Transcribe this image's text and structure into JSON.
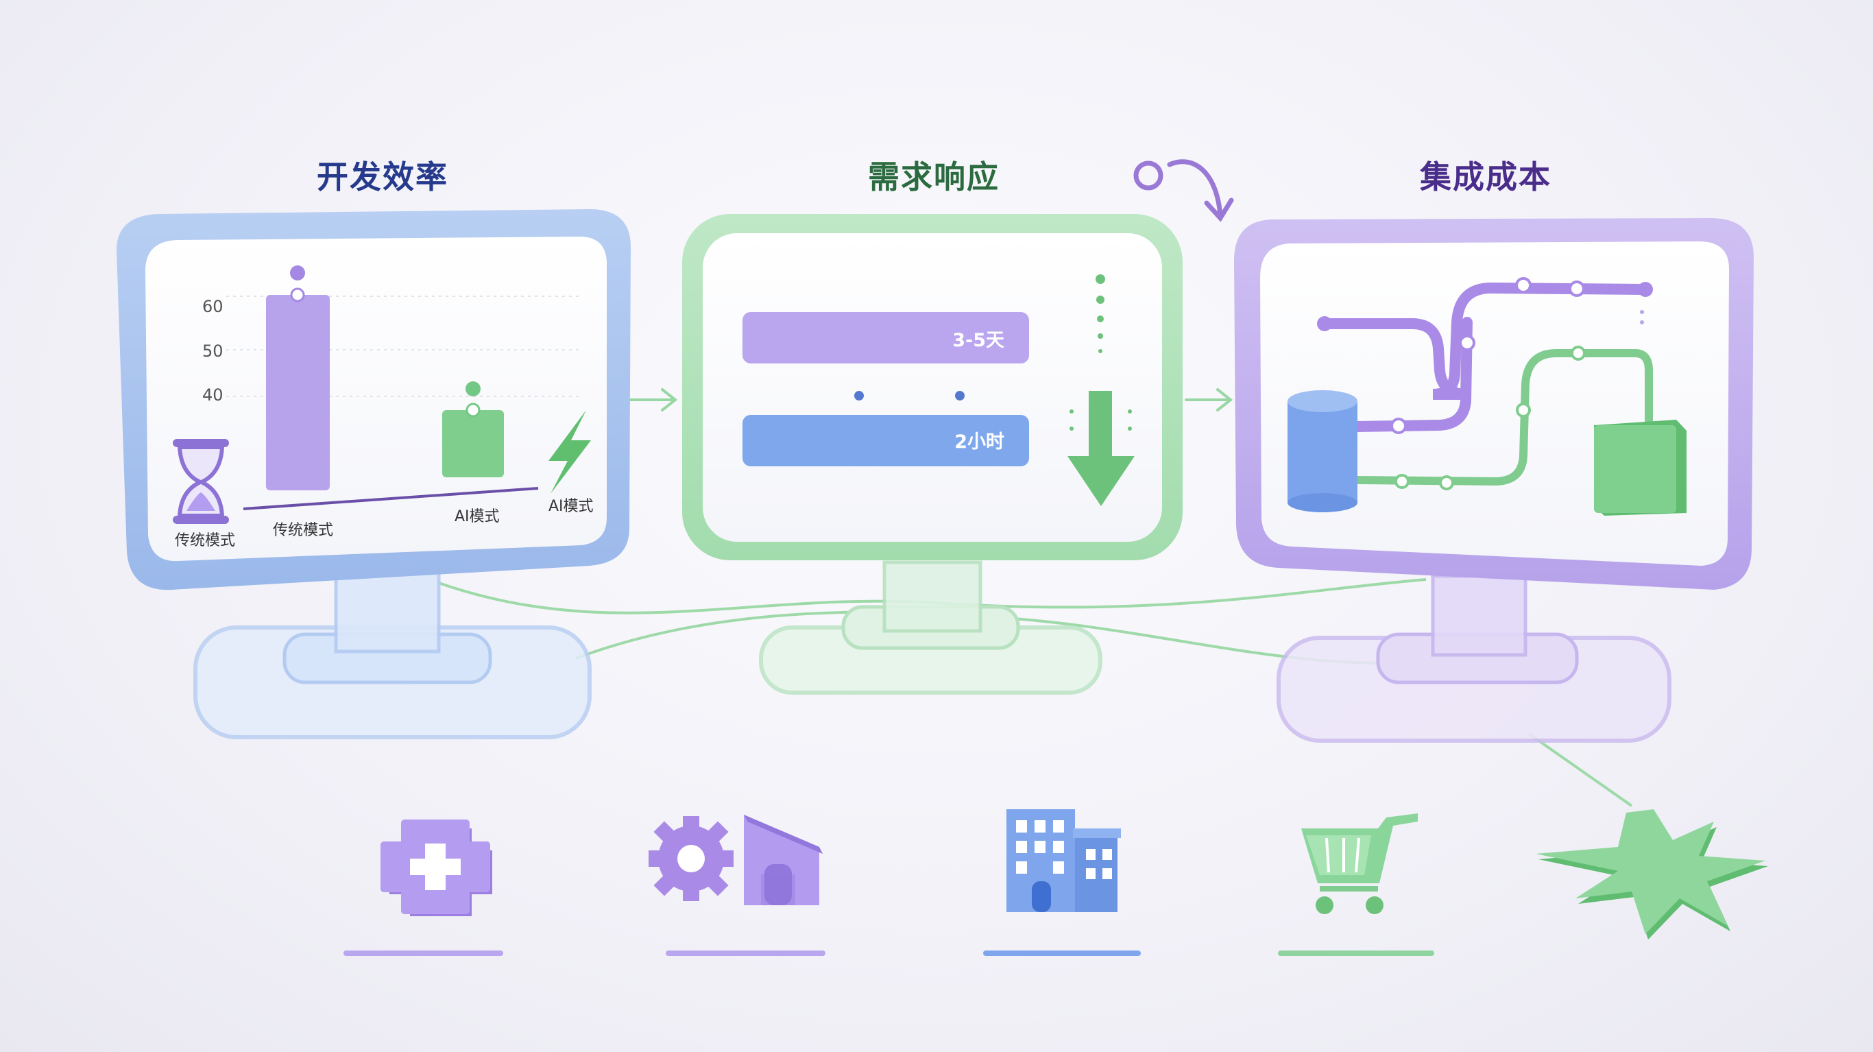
{
  "titles": {
    "panel1": "开发效率",
    "panel2": "需求响应",
    "panel3": "集成成本"
  },
  "panel1": {
    "y_ticks": [
      "60",
      "50",
      "40"
    ],
    "labels": [
      "传统模式",
      "传统模式",
      "AI模式",
      "AI模式"
    ]
  },
  "panel2": {
    "bar_top": "3-5天",
    "bar_bottom": "2小时"
  },
  "colors": {
    "blue": "#8fb3ea",
    "green": "#8fd49e",
    "purple": "#b9a5ec",
    "title_blue": "#253a8c",
    "title_green": "#2b6b3f",
    "title_purple": "#4a2d8a"
  },
  "icons": [
    "plus-icon",
    "gear-house-icon",
    "building-icon",
    "shopping-cart-icon",
    "starburst-icon"
  ]
}
